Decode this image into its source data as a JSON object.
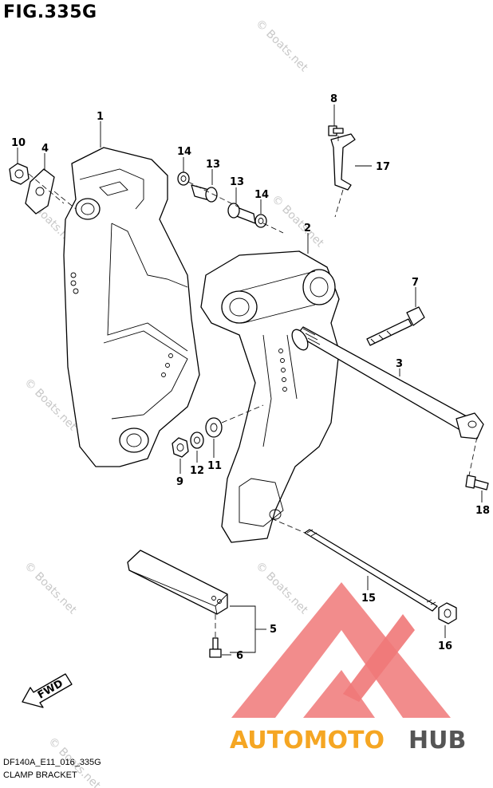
{
  "figure": {
    "title": "FIG.335G",
    "code": "DF140A_E11_016_335G",
    "caption": "CLAMP BRACKET"
  },
  "watermark": {
    "text": "© Boats.net",
    "logo_text_left": "AUTOMOTO",
    "logo_text_right": "HUB",
    "logo_color": "#f07878",
    "logo_text_color_left": "#f5a623",
    "logo_text_color_right": "#555555"
  },
  "fwd_label": "FWD",
  "callouts": [
    {
      "id": "1",
      "label": "1"
    },
    {
      "id": "2",
      "label": "2"
    },
    {
      "id": "3",
      "label": "3"
    },
    {
      "id": "4",
      "label": "4"
    },
    {
      "id": "5",
      "label": "5"
    },
    {
      "id": "6",
      "label": "6"
    },
    {
      "id": "7",
      "label": "7"
    },
    {
      "id": "8",
      "label": "8"
    },
    {
      "id": "9",
      "label": "9"
    },
    {
      "id": "10",
      "label": "10"
    },
    {
      "id": "11",
      "label": "11"
    },
    {
      "id": "12",
      "label": "12"
    },
    {
      "id": "13a",
      "label": "13"
    },
    {
      "id": "13b",
      "label": "13"
    },
    {
      "id": "14a",
      "label": "14"
    },
    {
      "id": "14b",
      "label": "14"
    },
    {
      "id": "15",
      "label": "15"
    },
    {
      "id": "16",
      "label": "16"
    },
    {
      "id": "17",
      "label": "17"
    },
    {
      "id": "18",
      "label": "18"
    }
  ]
}
